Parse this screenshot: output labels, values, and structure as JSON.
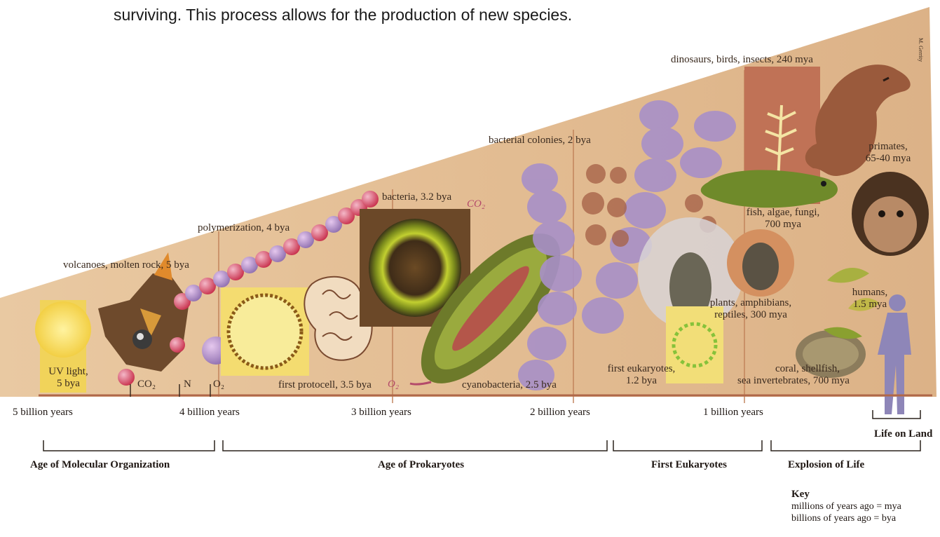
{
  "header_text": "surviving.  This process allows for the production of new species.",
  "credit": "M. Gerrity",
  "labels": {
    "volcanoes": "volcanoes, molten rock, 5 bya",
    "polymerization": "polymerization, 4 bya",
    "bacteria": "bacteria, 3.2 bya",
    "bacterial_colonies": "bacterial colonies, 2 bya",
    "dinosaurs": "dinosaurs, birds, insects, 240 mya",
    "primates_1": "primates,",
    "primates_2": "65-40 mya",
    "fish_1": "fish, algae, fungi,",
    "fish_2": "700 mya",
    "humans_1": "humans,",
    "humans_2": "1.5 mya",
    "plants_1": "plants, amphibians,",
    "plants_2": "reptiles, 300 mya",
    "uv_1": "UV light,",
    "uv_2": "5 bya",
    "co2": "CO₂",
    "n": "N",
    "o2": "O₂",
    "protocell": "first protocell, 3.5 bya",
    "cyanobacteria": "cyanobacteria, 2.5 bya",
    "eukaryotes_1": "first eukaryotes,",
    "eukaryotes_2": "1.2 bya",
    "coral_1": "coral, shellfish,",
    "coral_2": "sea invertebrates, 700 mya",
    "co2_small": "CO₂",
    "o2_small": "O₂"
  },
  "timeline": {
    "ticks": [
      "5 billion years",
      "4 billion years",
      "3 billion years",
      "2 billion years",
      "1 billion years"
    ],
    "life_on_land": "Life on Land"
  },
  "eras": [
    "Age of Molecular Organization",
    "Age of Prokaryotes",
    "First Eukaryotes",
    "Explosion of Life"
  ],
  "key": {
    "title": "Key",
    "rows": [
      "millions of years ago = mya",
      "billions of years ago = bya"
    ]
  },
  "colors": {
    "parchment": "#e6c49a",
    "timeline_line": "#b0684a",
    "text": "#3a2a1e",
    "bracket": "#2a221c"
  }
}
